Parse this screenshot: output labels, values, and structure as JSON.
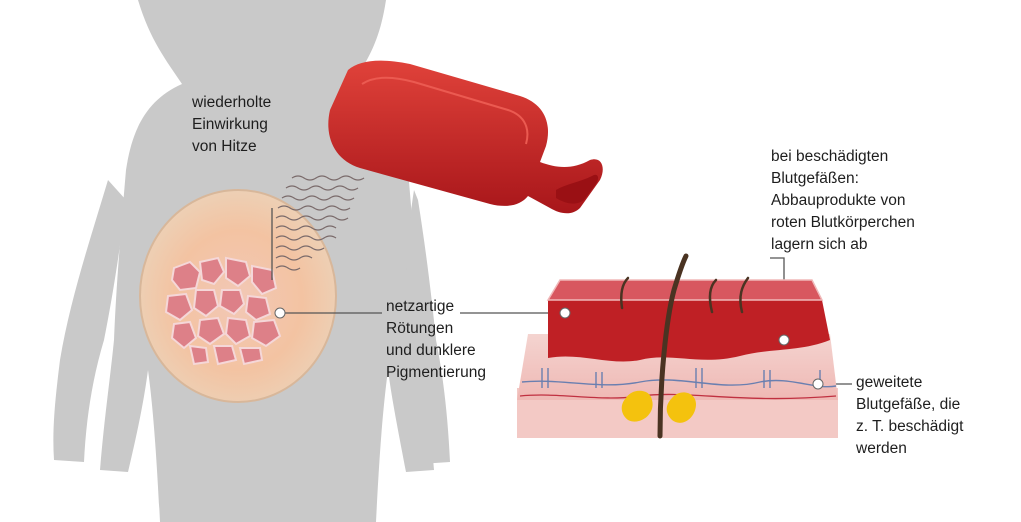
{
  "colors": {
    "body": "#c9c9c9",
    "belly_glow": "#f1c0a4",
    "net_redness": "#dc7e86",
    "hot_water_bottle": "#c8241f",
    "skin_top": "#bf2025",
    "dermis": "#f3c8c4",
    "pigment": "#f5c30f",
    "hair": "#4a3322"
  },
  "labels": {
    "heat": [
      "wiederholte",
      "Einwirkung",
      "von Hitze"
    ],
    "redness": [
      "netzartige",
      "Rötungen",
      "und dunklere",
      "Pigmentierung"
    ],
    "damaged_vessels": [
      "bei beschädigten",
      "Blutgefäßen:",
      "Abbauprodukte von",
      "roten Blutkörperchen",
      "lagern sich ab"
    ],
    "dilated_vessels": [
      "geweitete",
      "Blutgefäße, die",
      "z. T. beschädigt",
      "werden"
    ]
  },
  "icons": [
    "hot-water-bottle-icon",
    "heat-waves-icon",
    "skin-cross-section-icon",
    "human-silhouette-icon"
  ]
}
